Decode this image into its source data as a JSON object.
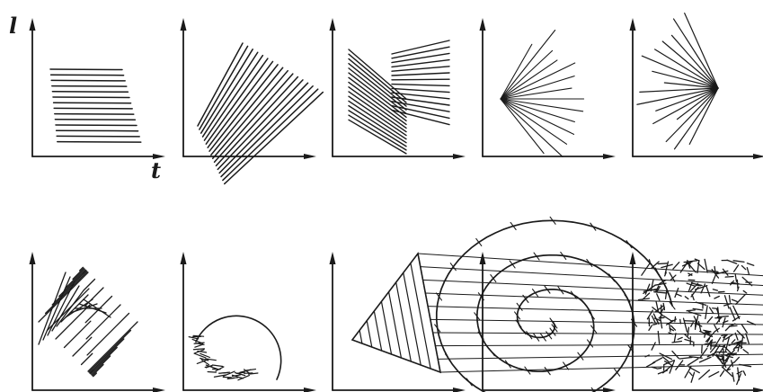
{
  "axes": {
    "y_label": "l",
    "x_label": "t"
  },
  "panels": [
    {
      "id": "parallel-horizontal-lines"
    },
    {
      "id": "parallel-diagonal-lines"
    },
    {
      "id": "two-diagonal-hatch-blocks"
    },
    {
      "id": "fan-rays-from-left"
    },
    {
      "id": "fan-rays-from-right"
    },
    {
      "id": "crosshatch-diamond"
    },
    {
      "id": "hatched-arc"
    },
    {
      "id": "triangular-grid"
    },
    {
      "id": "hatched-spiral"
    },
    {
      "id": "random-scribble"
    }
  ]
}
